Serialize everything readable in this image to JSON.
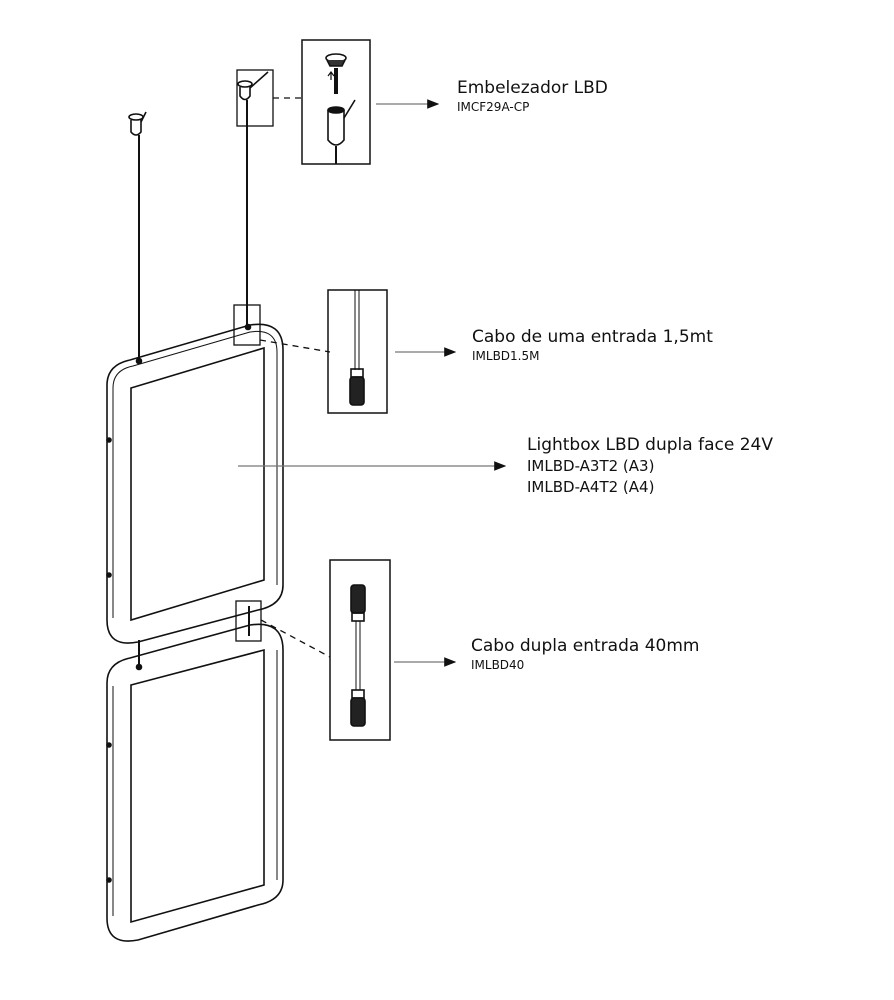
{
  "callouts": [
    {
      "title": "Embelezador LBD",
      "codes": [
        "IMCF29A-CP"
      ]
    },
    {
      "title": "Cabo de uma entrada 1,5mt",
      "codes": [
        "IMLBD1.5M"
      ]
    },
    {
      "title": "Lightbox LBD dupla face 24V",
      "codes": [
        "IMLBD-A3T2 (A3)",
        "IMLBD-A4T2 (A4)"
      ]
    },
    {
      "title": "Cabo dupla entrada 40mm",
      "codes": [
        "IMLBD40"
      ]
    }
  ],
  "colors": {
    "line": "#111111",
    "leader": "#777777"
  }
}
